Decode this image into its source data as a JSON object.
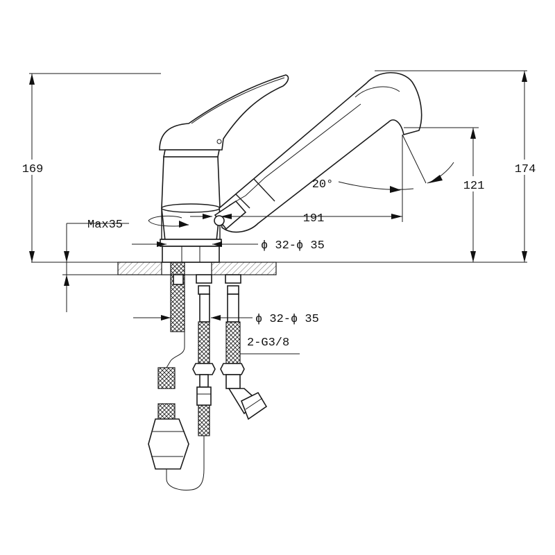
{
  "dimensions": {
    "height_left": "169",
    "height_right": "174",
    "spout_height": "121",
    "spout_reach": "191",
    "swivel_angle": "20°",
    "max_thickness": "Max35",
    "hole_top": "ϕ 32-ϕ 35",
    "hole_bottom": "ϕ 32-ϕ 35",
    "hose_thread": "2-G3/8"
  },
  "colors": {
    "line": "#1a1a1a",
    "background": "#ffffff"
  }
}
